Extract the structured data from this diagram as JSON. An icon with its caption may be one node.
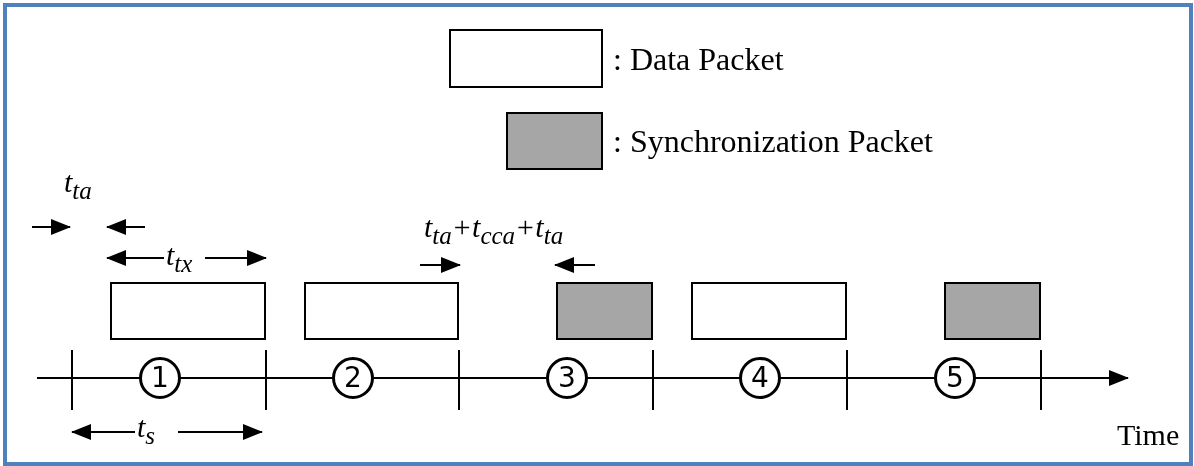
{
  "diagram": {
    "nodes": [
      {
        "text": [],
        "shape": "box"
      },
      {
        "text": [],
        "shape": "box"
      },
      {
        "text": [],
        "shape": "box"
      },
      {
        "text": [],
        "shape": "box"
      },
      {
        "text": [],
        "shape": "box"
      },
      {
        "text": [
          "1"
        ]
      },
      {
        "text": [
          "2"
        ]
      },
      {
        "text": [
          "3"
        ]
      },
      {
        "text": [
          "4"
        ]
      },
      {
        "text": [
          "5"
        ]
      }
    ],
    "edges": [],
    "labels": [
      "t$_{ta}$",
      "t$_{tx}$",
      "t$_{ta}$+t$_{cca}$+t$_{ta}$",
      "t$_{s}$",
      "Time"
    ],
    "legend": [
      {
        "text": ": Data Packet",
        "color": "#ffffff"
      },
      {
        "text": ": Synchronization Packet",
        "color": "#a6a6a6"
      }
    ]
  }
}
